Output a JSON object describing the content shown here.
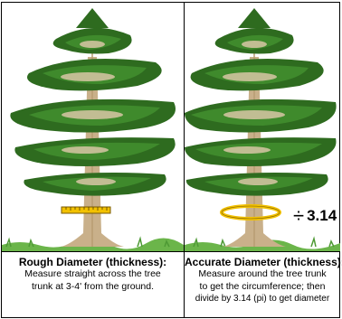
{
  "left_panel": {
    "icon": "tree-with-ruler-icon",
    "caption_title": "Rough Diameter (thickness):",
    "caption_lines": [
      "Measure straight across the tree",
      "trunk at 3-4' from the ground."
    ]
  },
  "right_panel": {
    "icon": "tree-with-tape-loop-icon",
    "divide_symbol": "÷",
    "divide_value": "3.14",
    "caption_title": "Accurate Diameter (thickness):",
    "caption_lines": [
      "Measure around the tree trunk",
      "to get the circumference; then",
      "divide by 3.14 (pi) to get diameter"
    ]
  },
  "colors": {
    "foliage_dark": "#2e6b1f",
    "foliage": "#3f8a2c",
    "trunk": "#c9b08a",
    "ruler": "#f2c100",
    "grass": "#6bb54a"
  }
}
